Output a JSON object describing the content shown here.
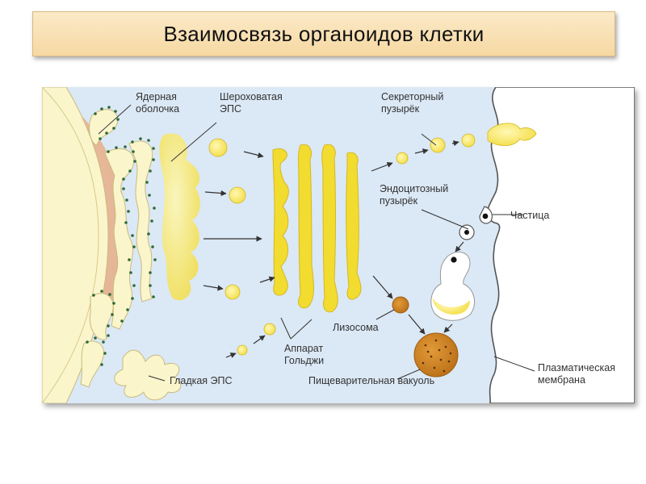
{
  "title": "Взаимосвязь органоидов клетки",
  "labels": {
    "nuclear_envelope": [
      "Ядерная",
      "оболочка"
    ],
    "rough_er": [
      "Шероховатая",
      "ЭПС"
    ],
    "secretory_vesicle": [
      "Секреторный",
      "пузырёк"
    ],
    "endocytic_vesicle": [
      "Эндоцитозный",
      "пузырёк"
    ],
    "particle": "Частица",
    "lysosome": "Лизосома",
    "golgi": [
      "Аппарат",
      "Гольджи"
    ],
    "smooth_er": "Гладкая ЭПС",
    "digestive_vacuole": "Пищеварительная вакуоль",
    "plasma_membrane": [
      "Плазматическая",
      "мембрана"
    ]
  },
  "colors": {
    "cytoplasm": "#dbe8f5",
    "nucleus": "#edc6ae",
    "er": "#fbf5cc",
    "golgi": "#f3dc30",
    "vesicle": "#f7ec7e",
    "lysosome": "#c98222",
    "vacuole": "#c47a1e",
    "ribosome": "#2d6a35"
  }
}
